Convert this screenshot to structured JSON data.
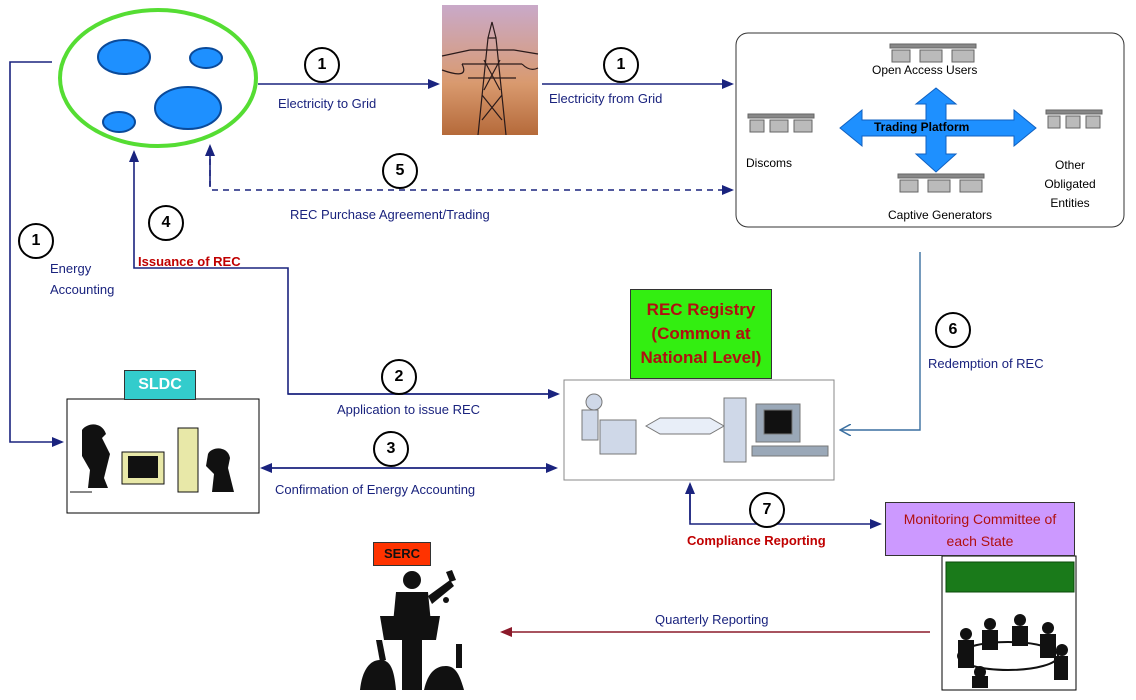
{
  "nodes": {
    "trading_platform": "Trading  Platform",
    "open_access_users": "Open Access Users",
    "discoms": "Discoms",
    "other_obligated": "Other Obligated Entities",
    "captive_generators": "Captive Generators",
    "rec_registry": "REC Registry (Common at National Level)",
    "sldc": "SLDC",
    "serc": "SERC",
    "monitoring_committee": "Monitoring Committee of each State"
  },
  "flows": [
    {
      "step": "1",
      "label": "Electricity to Grid"
    },
    {
      "step": "1",
      "label": "Electricity from Grid"
    },
    {
      "step": "5",
      "label": "REC Purchase Agreement/Trading"
    },
    {
      "step": "4",
      "label": "Issuance of REC"
    },
    {
      "step": "1",
      "label": "Energy Accounting"
    },
    {
      "step": "2",
      "label": "Application to issue REC"
    },
    {
      "step": "3",
      "label": "Confirmation of Energy Accounting"
    },
    {
      "step": "6",
      "label": "Redemption of REC"
    },
    {
      "step": "7",
      "label": "Compliance Reporting"
    },
    {
      "step": "",
      "label": "Quarterly Reporting"
    }
  ],
  "colors": {
    "arrow_blue": "#1a237e",
    "arrow_red": "#8b1a2a",
    "rec_registry_bg": "#33ee11",
    "sldc_bg": "#33cccc",
    "serc_bg": "#ff3300",
    "monitoring_bg": "#cc99ff",
    "trading_arrow": "#1e90ff",
    "generator_blob_border": "#55dd33",
    "generator_blob_fill": "#1e90ff"
  }
}
